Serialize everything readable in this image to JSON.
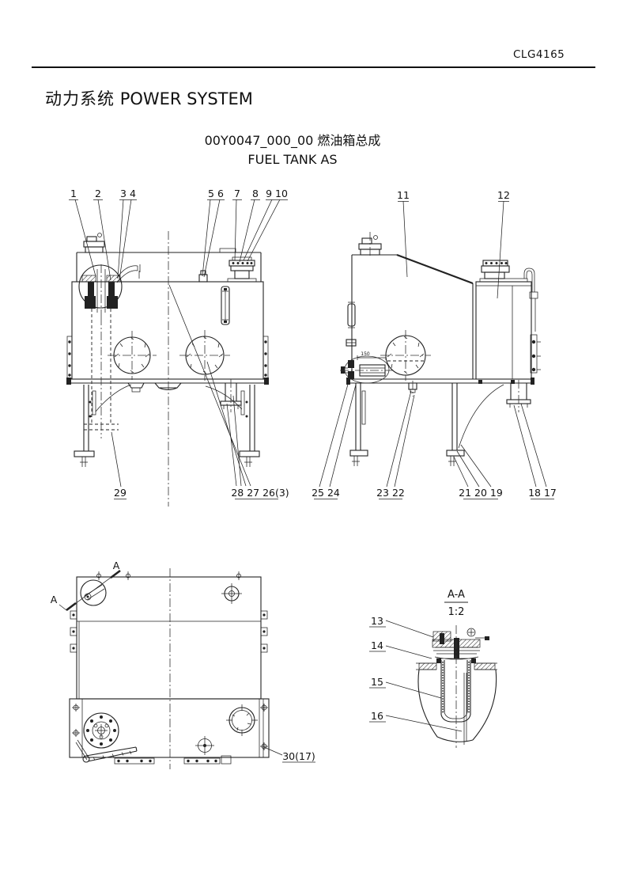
{
  "header": {
    "doc_code": "CLG4165"
  },
  "title": {
    "zh": "动力系统",
    "en": "POWER SYSTEM"
  },
  "figure": {
    "code_name": "00Y0047_000_00 燃油箱总成",
    "name_en": "FUEL TANK AS"
  },
  "section_view": {
    "label": "A-A",
    "scale": "1:2",
    "cut_letter": "A"
  },
  "dims": {
    "suction_len": "150"
  },
  "callouts": {
    "front_top": [
      "1",
      "2",
      "3 4",
      "5 6",
      "7",
      "8",
      "9 10"
    ],
    "side_top": [
      "11",
      "12"
    ],
    "bottom": [
      "29",
      "28 27 26(3)",
      "25 24",
      "23 22",
      "21 20 19",
      "18 17"
    ],
    "section": [
      "13",
      "14",
      "15",
      "16"
    ],
    "plan": [
      "30(17)"
    ]
  }
}
